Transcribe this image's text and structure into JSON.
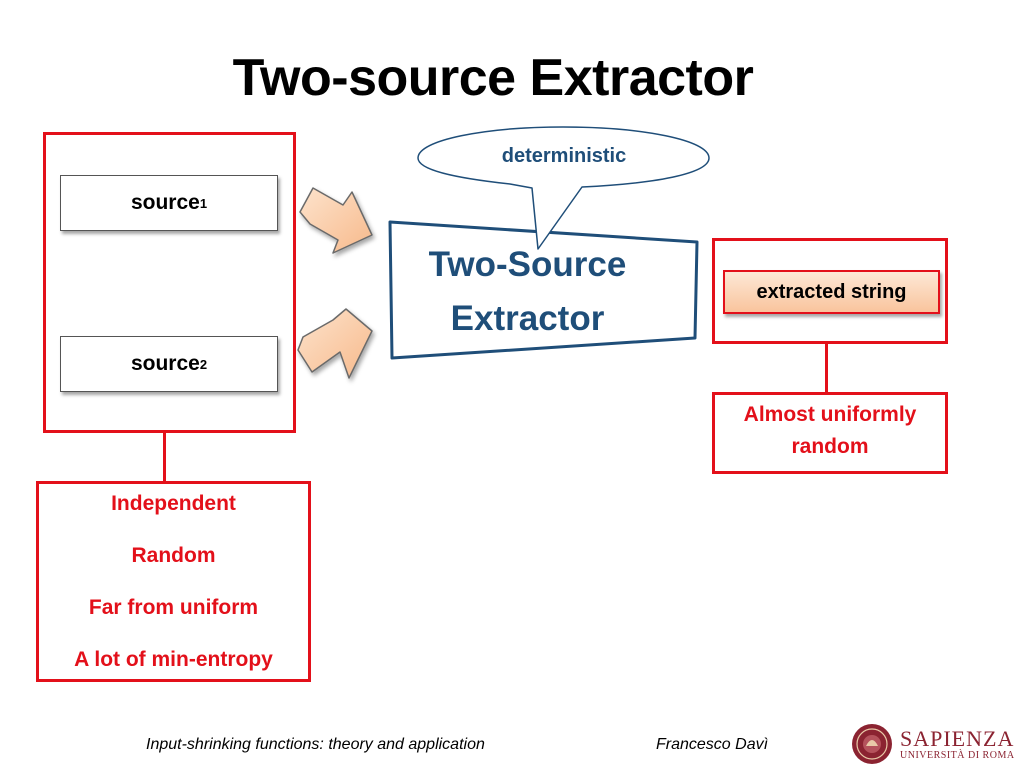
{
  "title": "Two-source Extractor",
  "sources": {
    "source1": {
      "text": "source",
      "sub": "1"
    },
    "source2": {
      "text": "source",
      "sub": "2"
    }
  },
  "properties": [
    "Independent",
    "Random",
    "Far from uniform",
    "A lot of min-entropy"
  ],
  "extractor": {
    "line1": "Two-Source",
    "line2": "Extractor"
  },
  "bubble": "deterministic",
  "output": {
    "label": "extracted string",
    "description_line1": "Almost uniformly",
    "description_line2": "random"
  },
  "footer": {
    "left": "Input-shrinking functions: theory and application",
    "right": "Francesco Davì"
  },
  "logo": {
    "name": "SAPIENZA",
    "subtitle": "UNIVERSITÀ DI ROMA"
  },
  "colors": {
    "red": "#e3101a",
    "blue": "#1f4e79",
    "arrow_fill": "#f9c49d"
  }
}
